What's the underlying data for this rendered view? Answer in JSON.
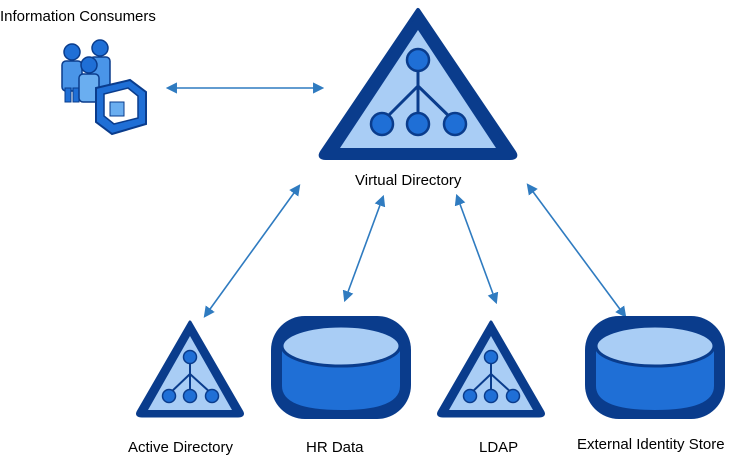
{
  "labels": {
    "consumers": "Information Consumers",
    "virtual_directory": "Virtual Directory",
    "active_directory": "Active Directory",
    "hr_data": "HR Data",
    "ldap": "LDAP",
    "external_store": "External Identity Store"
  },
  "icons": {
    "consumers": "users-with-computer-icon",
    "virtual_directory": "directory-tree-triangle-icon",
    "active_directory": "directory-tree-triangle-icon",
    "hr_data": "database-cylinder-icon",
    "ldap": "directory-tree-triangle-icon",
    "external_store": "database-cylinder-icon"
  },
  "colors": {
    "dark_blue": "#0a3c8c",
    "mid_blue": "#1f6fd6",
    "light_blue": "#a9cdf5",
    "arrow": "#2f7bc0"
  }
}
